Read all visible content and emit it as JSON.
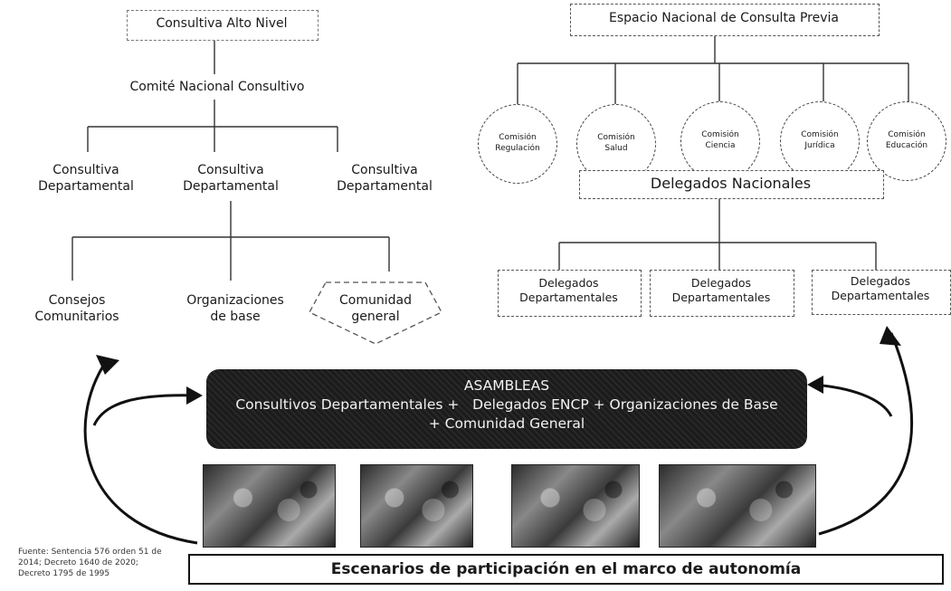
{
  "left_tree": {
    "top": "Consultiva Alto Nivel",
    "second": "Comité Nacional Consultivo",
    "departmental": [
      [
        "Consultiva",
        "Departamental"
      ],
      [
        "Consultiva",
        "Departamental"
      ],
      [
        "Consultiva",
        "Departamental"
      ]
    ],
    "base": [
      [
        "Consejos",
        "Comunitarios"
      ],
      [
        "Organizaciones",
        "de base"
      ],
      [
        "Comunidad",
        "general"
      ]
    ]
  },
  "right_tree": {
    "top": "Espacio Nacional de Consulta Previa",
    "commissions": [
      [
        "Comisión",
        "Regulación"
      ],
      [
        "Comisión",
        "Salud"
      ],
      [
        "Comisión",
        "Ciencia"
      ],
      [
        "Comisión",
        "Jurídica"
      ],
      [
        "Comisión",
        "Educación"
      ]
    ],
    "national_delegates": "Delegados Nacionales",
    "departmental_delegates": [
      [
        "Delegados",
        "Departamentales"
      ],
      [
        "Delegados",
        "Departamentales"
      ],
      [
        "Delegados",
        "Departamentales"
      ]
    ]
  },
  "asambleas": {
    "title": "ASAMBLEAS",
    "line1": "Consultivos Departamentales +   Delegados ENCP + Organizaciones de Base",
    "line2": "+ Comunidad General"
  },
  "footer": "Escenarios de participación en el marco de autonomía",
  "source": "Fuente: Sentencia 576 orden 51 de 2014; Decreto 1640 de 2020; Decreto 1795 de 1995"
}
